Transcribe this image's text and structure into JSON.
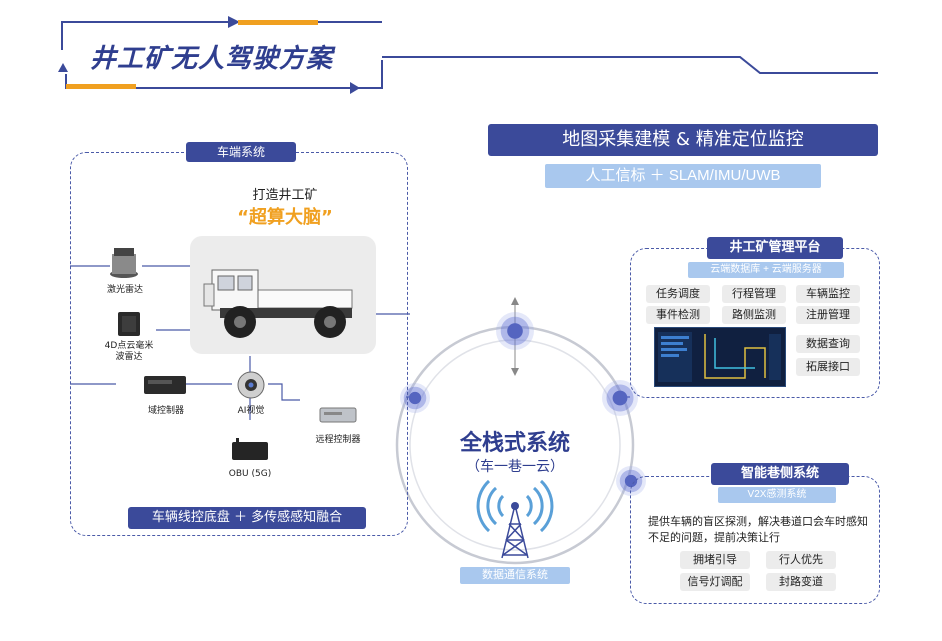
{
  "header": {
    "title": "井工矿无人驾驶方案"
  },
  "mapping": {
    "title": "地图采集建模 & 精准定位监控",
    "subtitle": "人工信标 ＋ SLAM/IMU/UWB"
  },
  "vehicle_system": {
    "title": "车端系统",
    "slogan_line1": "打造井工矿",
    "slogan_line2": "“超算大脑”",
    "devices": {
      "lidar": "激光雷达",
      "radar_4d": "4D点云毫米\n波雷达",
      "domain_controller": "域控制器",
      "ai_vision": "AI视觉",
      "remote_controller": "远程控制器",
      "obu": "OBU (5G)"
    },
    "footer": "车辆线控底盘 ＋ 多传感感知融合"
  },
  "center": {
    "title": "全栈式系统",
    "subtitle": "（车一巷一云）",
    "comm_label": "数据通信系统"
  },
  "platform": {
    "title": "井工矿管理平台",
    "subtitle": "云端数据库 + 云端服务器",
    "tags_row1": [
      "任务调度",
      "行程管理",
      "车辆监控"
    ],
    "tags_row2": [
      "事件检测",
      "路侧监测",
      "注册管理"
    ],
    "tags_side": [
      "数据查询",
      "拓展接口"
    ]
  },
  "roadside": {
    "title": "智能巷侧系统",
    "subtitle": "V2X感测系统",
    "description": "提供车辆的盲区探测，解决巷道口会车时感知不足的问题，提前决策让行",
    "tags": [
      "拥堵引导",
      "行人优先",
      "信号灯调配",
      "封路变道"
    ]
  },
  "colors": {
    "navy": "#3b4a9a",
    "light_blue": "#a9c8ee",
    "orange": "#f0a020",
    "tag_gray": "#ececec"
  }
}
